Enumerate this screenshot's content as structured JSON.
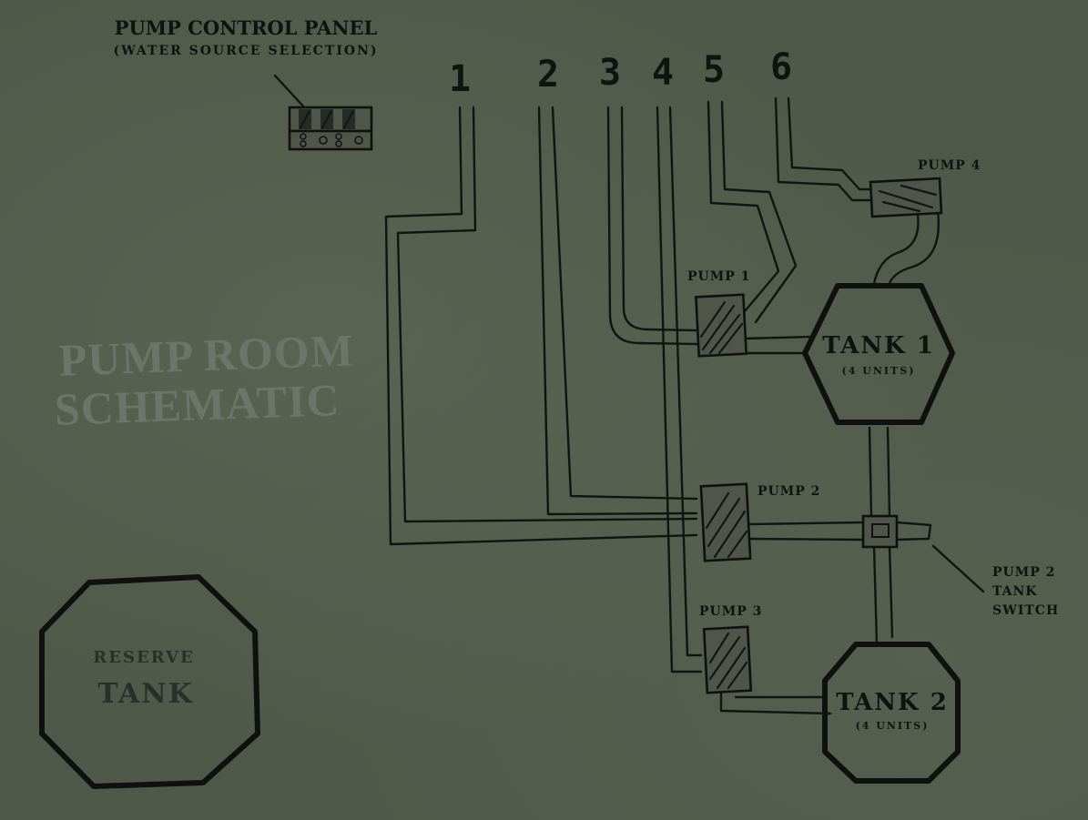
{
  "panel": {
    "title": "PUMP CONTROL PANEL",
    "subtitle": "(WATER SOURCE SELECTION)"
  },
  "schematic_title": {
    "line1": "PUMP ROOM",
    "line2": "SCHEMATIC"
  },
  "line_numbers": [
    "1",
    "2",
    "3",
    "4",
    "5",
    "6"
  ],
  "pumps": {
    "pump1": "PUMP 1",
    "pump2": "PUMP 2",
    "pump3": "PUMP 3",
    "pump4": "PUMP 4"
  },
  "tanks": {
    "tank1": {
      "name": "TANK 1",
      "capacity": "(4 UNITS)"
    },
    "tank2": {
      "name": "TANK 2",
      "capacity": "(4 UNITS)"
    },
    "reserve": {
      "line1": "RESERVE",
      "line2": "TANK"
    }
  },
  "switch": {
    "line1": "PUMP 2",
    "line2": "TANK",
    "line3": "SWITCH"
  },
  "colors": {
    "background": "#505849",
    "ink": "#0f130f",
    "faded_title": "#6f746a"
  }
}
